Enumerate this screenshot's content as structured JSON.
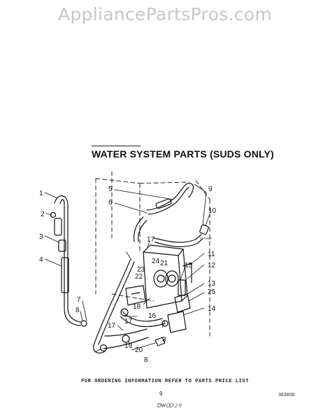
{
  "watermark": "AppliancePartsPros.com",
  "title": "WATER SYSTEM PARTS (SUDS ONLY)",
  "callouts": [
    "1",
    "2",
    "3",
    "4",
    "5",
    "6",
    "7",
    "8",
    "9",
    "10",
    "11",
    "12",
    "13",
    "14",
    "15",
    "16",
    "17",
    "18",
    "19",
    "20",
    "21",
    "22",
    "23",
    "24",
    "25"
  ],
  "pump_label": "TO PUMP",
  "footer_note": "FOR ORDERING INFORMATION REFER TO PARTS PRICE LIST",
  "page_number": "9",
  "doc_number": "383806",
  "bottom_mark": "Ꝺ₩Ꝏ·2·9"
}
